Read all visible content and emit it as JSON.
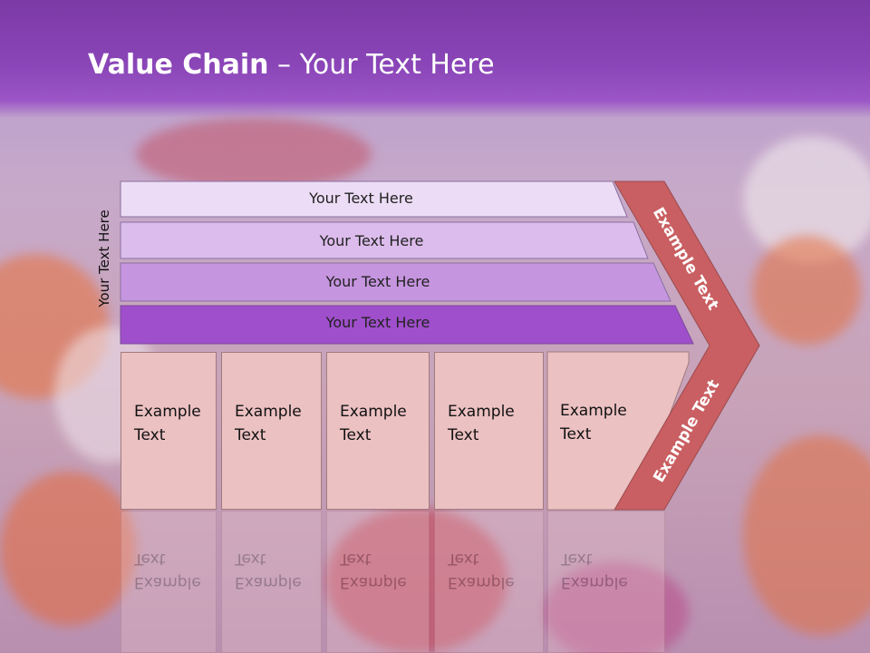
{
  "slide": {
    "title_bold": "Value Chain",
    "title_rest": " – Your Text Here",
    "vertical_label": "Your Text Here"
  },
  "bands": [
    {
      "label": "Your Text Here",
      "color": "#ecdcf5"
    },
    {
      "label": "Your Text Here",
      "color": "#dcbcec"
    },
    {
      "label": "Your Text Here",
      "color": "#c695e0"
    },
    {
      "label": "Your Text Here",
      "color": "#a04fcc"
    }
  ],
  "boxes": [
    {
      "line1": "Example",
      "line2": "Text"
    },
    {
      "line1": "Example",
      "line2": "Text"
    },
    {
      "line1": "Example",
      "line2": "Text"
    },
    {
      "line1": "Example",
      "line2": "Text"
    },
    {
      "line1": "Example",
      "line2": "Text"
    }
  ],
  "arrow": {
    "top_label": "Example Text",
    "bottom_label": "Example Text",
    "color": "#c95f62"
  }
}
